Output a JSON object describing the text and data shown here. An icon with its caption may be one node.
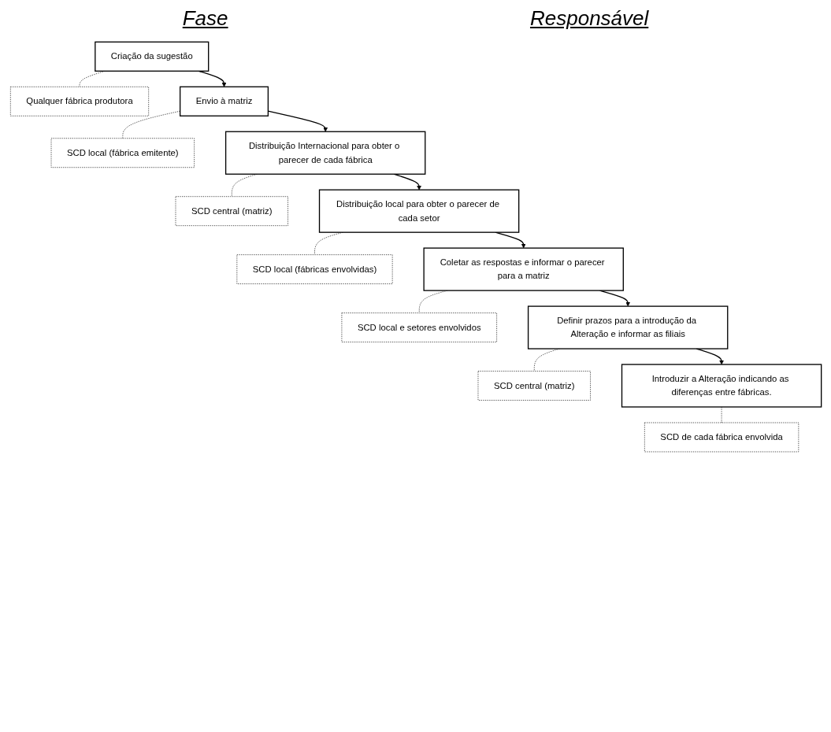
{
  "diagram": {
    "nodes": [
      {
        "text": [
          "Criação da sugestão"
        ]
      },
      {
        "text": [
          "Qualquer fábrica produtora"
        ]
      },
      {
        "text": [
          "Envio à matriz"
        ]
      },
      {
        "text": [
          "SCD local (fábrica emitente)"
        ]
      },
      {
        "text": [
          "Distribuição Internacional para obter o parecer de cada fábrica"
        ]
      },
      {
        "text": [
          "SCD central (matriz)"
        ]
      },
      {
        "text": [
          "Distribuição local para obter o parecer de cada setor"
        ]
      },
      {
        "text": [
          "SCD local (fábricas envolvidas)"
        ]
      },
      {
        "text": [
          "Coletar as respostas e informar o parecer para a matriz"
        ]
      },
      {
        "text": [
          "SCD local e setores envolvidos"
        ]
      },
      {
        "text": [
          "Definir prazos para a introdução da Alteração e informar as filiais"
        ]
      },
      {
        "text": [
          "SCD central (matriz)"
        ]
      },
      {
        "text": [
          "Introduzir a Alteração indicando as diferenças entre fábricas."
        ]
      },
      {
        "text": [
          "SCD de cada fábrica envolvida"
        ]
      }
    ],
    "edges": [
      {
        "from": 0,
        "to": 1,
        "arrow": "none",
        "style": "dashed"
      },
      {
        "from": 0,
        "to": 2,
        "arrow": "to"
      },
      {
        "from": 2,
        "to": 3,
        "arrow": "none",
        "style": "dashed"
      },
      {
        "from": 2,
        "to": 4,
        "arrow": "to"
      },
      {
        "from": 4,
        "to": 5,
        "arrow": "none",
        "style": "dashed"
      },
      {
        "from": 4,
        "to": 6,
        "arrow": "to"
      },
      {
        "from": 6,
        "to": 7,
        "arrow": "none",
        "style": "dashed"
      },
      {
        "from": 6,
        "to": 8,
        "arrow": "to"
      },
      {
        "from": 8,
        "to": 9,
        "arrow": "none",
        "style": "dashed"
      },
      {
        "from": 8,
        "to": 10,
        "arrow": "to"
      },
      {
        "from": 10,
        "to": 11,
        "arrow": "none",
        "style": "dashed"
      },
      {
        "from": 10,
        "to": 12,
        "arrow": "to"
      },
      {
        "from": 12,
        "to": 13,
        "arrow": "none",
        "style": "dashed"
      }
    ],
    "labels": [
      "Fase",
      "Responsável"
    ]
  }
}
